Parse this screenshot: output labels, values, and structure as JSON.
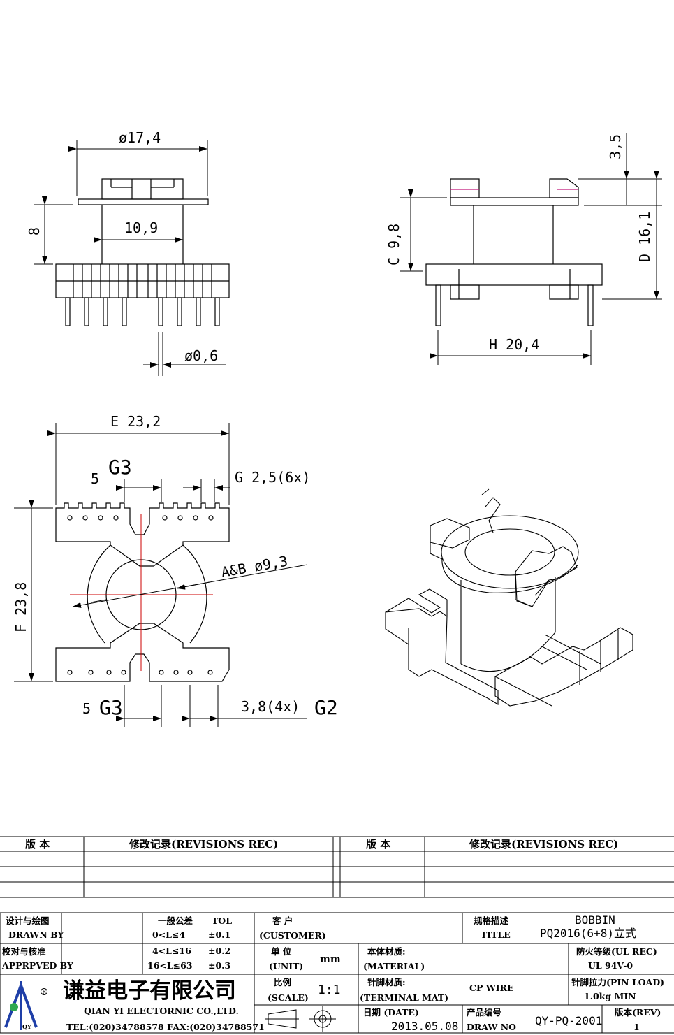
{
  "front_view": {
    "dia_outer": "ø17,4",
    "height": "8",
    "core_width": "10,9",
    "pin_dia": "ø0,6"
  },
  "side_view": {
    "c": "C 9,8",
    "d": "D 16,1",
    "flange": "3,5",
    "h": "H 20,4"
  },
  "bottom_view": {
    "e": "E 23,2",
    "g3_label": "G3",
    "g3_value": "5",
    "g": "G 2,5(6x)",
    "ab": "A&B ø9,3",
    "f": "F 23,8",
    "g3b_value": "5",
    "g3b_label": "G3",
    "g2_value": "3,8(4x)",
    "g2_label": "G2"
  },
  "revisions": {
    "version_label": "版 本",
    "record_label": "修改记录(REVISIONS REC)"
  },
  "title_block": {
    "drawn_cn": "设计与绘图",
    "drawn_en": "DRAWN BY",
    "approved_cn": "校对与核准",
    "approved_en": "APPRPVED BY",
    "tol_cn": "一般公差",
    "tol_en": "TOL",
    "tol_rows": [
      {
        "range": "0<L≤4",
        "value": "±0.1"
      },
      {
        "range": "4<L≤16",
        "value": "±0.2"
      },
      {
        "range": "16<L≤63",
        "value": "±0.3"
      }
    ],
    "customer_cn": "客 户",
    "customer_en": "(CUSTOMER)",
    "title_cn": "规格描述",
    "title_en": "TITLE",
    "title_line1": "BOBBIN",
    "title_line2": "PQ2016(6+8)立式",
    "unit_cn": "单 位",
    "unit_en": "(UNIT)",
    "unit_value": "mm",
    "material_cn": "本体材质:",
    "material_en": "(MATERIAL)",
    "fire_cn": "防火等级(UL REC)",
    "fire_value": "UL 94V-0",
    "company_cn": "谦益电子有限公司",
    "company_en": "QIAN YI ELECTORNIC CO.,LTD.",
    "company_tel": "TEL:(020)34788578 FAX:(020)34788571",
    "logo_r": "®",
    "logo_qy": "QY",
    "scale_cn": "比例",
    "scale_en": "(SCALE)",
    "scale_value": "1:1",
    "terminal_cn": "针脚材质:",
    "terminal_en": "(TERMINAL MAT)",
    "terminal_value": "CP WIRE",
    "pinload_cn": "针脚拉力(PIN LOAD)",
    "pinload_value": "1.0kg  MIN",
    "date_cn": "日期 (DATE)",
    "date_value": "2013.05.08",
    "drawno_cn": "产品编号",
    "drawno_en": "DRAW  NO",
    "drawno_value": "QY-PQ-2001",
    "rev_cn": "版本(REV)",
    "rev_value": "1"
  }
}
